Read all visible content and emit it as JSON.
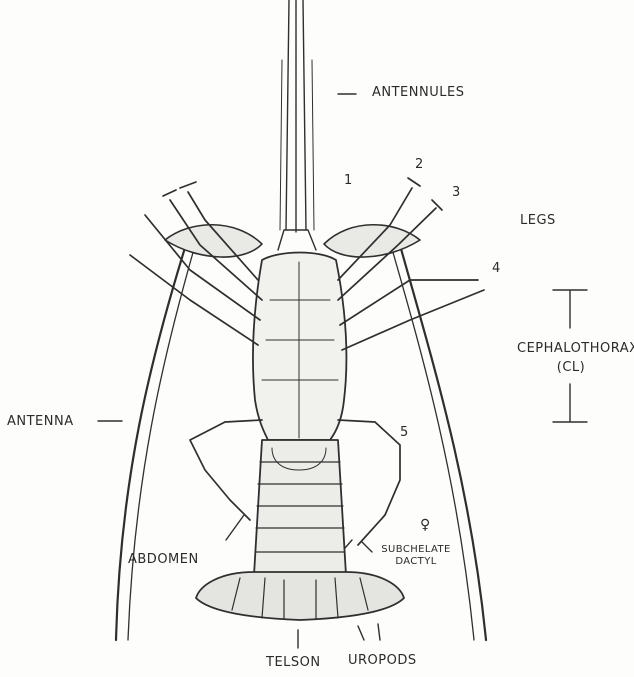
{
  "labels": {
    "antennules": "ANTENNULES",
    "legs": "LEGS",
    "cephalothorax": "CEPHALOTHORAX",
    "cl": "(CL)",
    "antenna": "ANTENNA",
    "abdomen": "ABDOMEN",
    "subchelate": "SUBCHELATE",
    "dactyl": "DACTYL",
    "female_symbol": "♀",
    "telson": "TELSON",
    "uropods": "UROPODS"
  },
  "leg_numbers": [
    "1",
    "2",
    "3",
    "4",
    "5"
  ]
}
